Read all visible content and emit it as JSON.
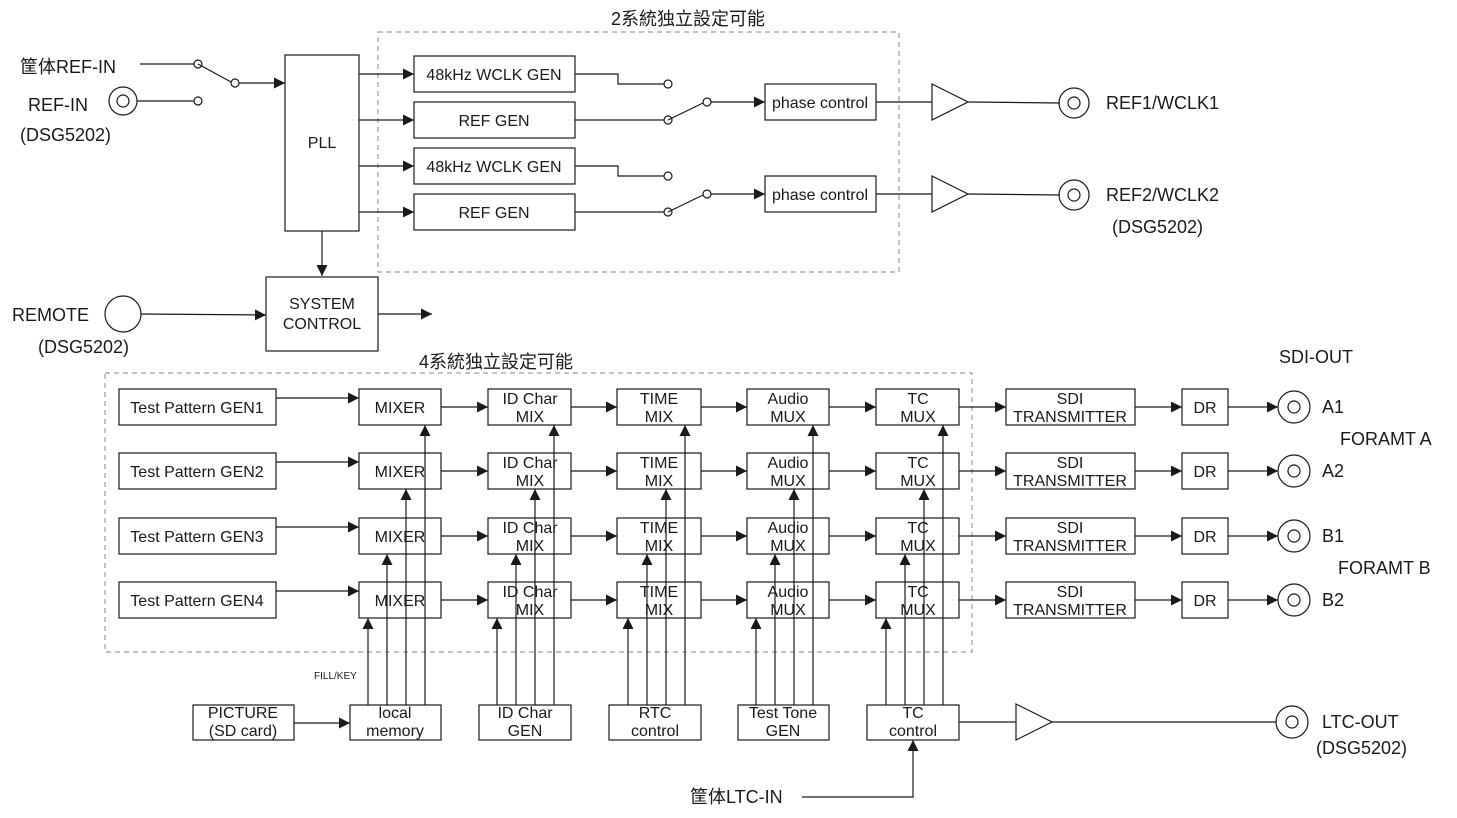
{
  "top": {
    "group_label": "2系統独立設定可能",
    "ref_in_chassis": "筐体REF-IN",
    "ref_in": "REF-IN",
    "ref_in_model": "(DSG5202)",
    "pll": "PLL",
    "wclk_gen": "48kHz WCLK GEN",
    "ref_gen": "REF GEN",
    "phase_control": "phase control",
    "ref1_out": "REF1/WCLK1",
    "ref2_out": "REF2/WCLK2",
    "ref2_model": "(DSG5202)",
    "remote": "REMOTE",
    "remote_model": "(DSG5202)",
    "system_control": [
      "SYSTEM",
      "CONTROL"
    ]
  },
  "bottom": {
    "group_label": "4系統独立設定可能",
    "sdi_out_label": "SDI-OUT",
    "rows": [
      {
        "gen": "Test Pattern GEN1",
        "out": "A1"
      },
      {
        "gen": "Test Pattern GEN2",
        "out": "A2"
      },
      {
        "gen": "Test Pattern GEN3",
        "out": "B1"
      },
      {
        "gen": "Test Pattern GEN4",
        "out": "B2"
      }
    ],
    "mixer": "MIXER",
    "idchar_mix": [
      "ID Char",
      "MIX"
    ],
    "time_mix": [
      "TIME",
      "MIX"
    ],
    "audio_mux": [
      "Audio",
      "MUX"
    ],
    "tc_mux": [
      "TC",
      "MUX"
    ],
    "sdi_tx": [
      "SDI",
      "TRANSMITTER"
    ],
    "dr": "DR",
    "format_a": "FORAMT A",
    "format_b": "FORAMT B",
    "fill_key": "FILL/KEY",
    "picture": [
      "PICTURE",
      "(SD card)"
    ],
    "local_memory": [
      "local",
      "memory"
    ],
    "idchar_gen": [
      "ID Char",
      "GEN"
    ],
    "rtc_control": [
      "RTC",
      "control"
    ],
    "test_tone_gen": [
      "Test Tone",
      "GEN"
    ],
    "tc_control": [
      "TC",
      "control"
    ],
    "ltc_out": "LTC-OUT",
    "ltc_out_model": "(DSG5202)",
    "ltc_in_chassis": "筐体LTC-IN"
  }
}
